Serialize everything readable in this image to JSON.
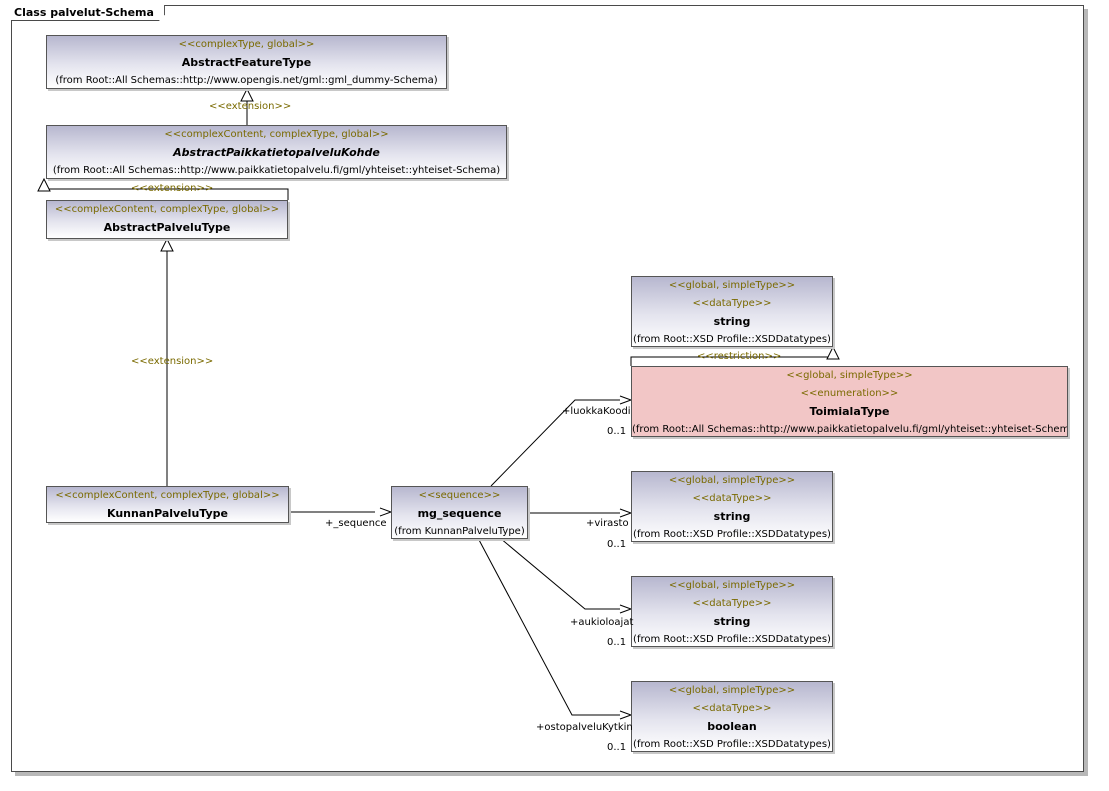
{
  "frame": {
    "title": "Class palvelut-Schema"
  },
  "classes": {
    "abstract_feature_type": {
      "stereotype": "<<complexType, global>>",
      "name": "AbstractFeatureType",
      "from": "(from Root::All Schemas::http://www.opengis.net/gml::gml_dummy-Schema)"
    },
    "abstract_paikkatietopalvelu_kohde": {
      "stereotype": "<<complexContent, complexType, global>>",
      "name": "AbstractPaikkatietopalveluKohde",
      "from": "(from Root::All Schemas::http://www.paikkatietopalvelu.fi/gml/yhteiset::yhteiset-Schema)"
    },
    "abstract_palvelu_type": {
      "stereotype": "<<complexContent, complexType, global>>",
      "name": "AbstractPalveluType"
    },
    "kunnan_palvelu_type": {
      "stereotype": "<<complexContent, complexType, global>>",
      "name": "KunnanPalveluType"
    },
    "mg_sequence": {
      "stereotype": "<<sequence>>",
      "name": "mg_sequence",
      "from": "(from KunnanPalveluType)"
    },
    "string_top": {
      "stereotype1": "<<global, simpleType>>",
      "stereotype2": "<<dataType>>",
      "name": "string",
      "from": "(from Root::XSD Profile::XSDDatatypes)"
    },
    "toimiala_type": {
      "stereotype1": "<<global, simpleType>>",
      "stereotype2": "<<enumeration>>",
      "name": "ToimialaType",
      "from": "(from Root::All Schemas::http://www.paikkatietopalvelu.fi/gml/yhteiset::yhteiset-Schema)"
    },
    "string_virasto": {
      "stereotype1": "<<global, simpleType>>",
      "stereotype2": "<<dataType>>",
      "name": "string",
      "from": "(from Root::XSD Profile::XSDDatatypes)"
    },
    "string_aukioloajat": {
      "stereotype1": "<<global, simpleType>>",
      "stereotype2": "<<dataType>>",
      "name": "string",
      "from": "(from Root::XSD Profile::XSDDatatypes)"
    },
    "boolean": {
      "stereotype1": "<<global, simpleType>>",
      "stereotype2": "<<dataType>>",
      "name": "boolean",
      "from": "(from Root::XSD Profile::XSDDatatypes)"
    }
  },
  "relations": {
    "extension_1": "<<extension>>",
    "extension_2": "<<extension>>",
    "extension_3": "<<extension>>",
    "restriction": "<<restriction>>",
    "sequence_role": "+_sequence",
    "luokka_role": "+luokkaKoodi",
    "luokka_mult": "0..1",
    "virasto_role": "+virasto",
    "virasto_mult": "0..1",
    "aukioloajat_role": "+aukioloajat",
    "aukioloajat_mult": "0..1",
    "ostopalvelu_role": "+ostopalveluKytkin",
    "ostopalvelu_mult": "0..1"
  },
  "colors": {
    "class_fill_top": "#b7b7cf",
    "enum_fill": "#f2c6c6",
    "stereotype_text": "#7a6a00",
    "border": "#555555"
  }
}
